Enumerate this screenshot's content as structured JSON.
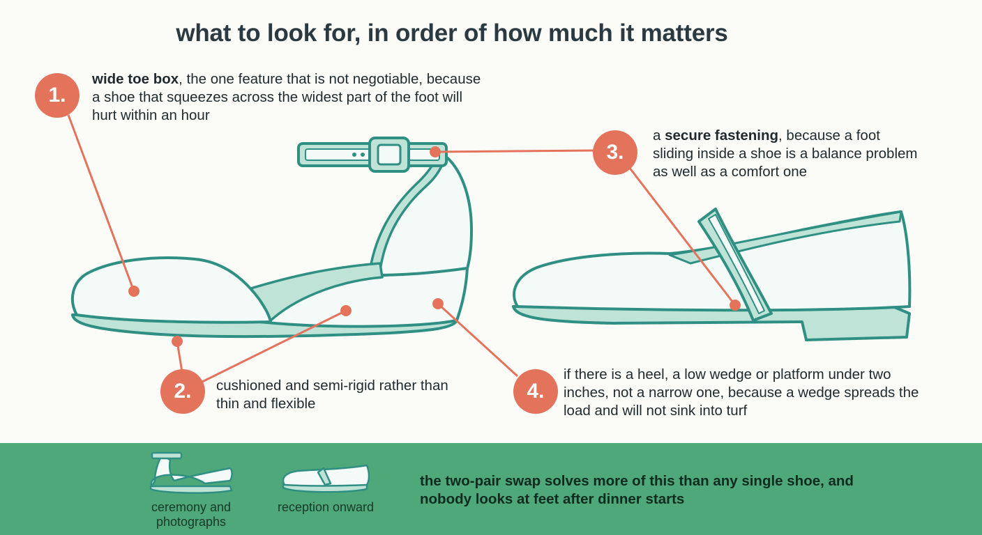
{
  "title": "what to look for, in order of how much it matters",
  "colors": {
    "accent": "#e4735c",
    "outline": "#2f8f83",
    "fill_mint": "#bfe3d7",
    "footer_green": "#4fa879"
  },
  "callouts": [
    {
      "number": "1.",
      "bold": "wide toe box",
      "text": ", the one feature that is not negotiable, because a shoe that squeezes across the widest part of the foot will hurt within an hour"
    },
    {
      "number": "2.",
      "bold": "",
      "text": "cushioned and semi-rigid rather than thin and flexible"
    },
    {
      "number": "3.",
      "lead": "a ",
      "bold": "secure fastening",
      "text": ", because a foot sliding inside a shoe is a balance problem as well as a comfort one"
    },
    {
      "number": "4.",
      "bold": "",
      "text": "if there is a heel, a low wedge or platform under two inches, not a narrow one, because a wedge spreads the load and will not sink into turf"
    }
  ],
  "footer": {
    "pairs": [
      {
        "label": "ceremony and photographs",
        "icon": "wedge-sandal-icon"
      },
      {
        "label": "reception onward",
        "icon": "flat-mary-jane-icon"
      }
    ],
    "message": "the two-pair swap solves more of this than any single shoe, and nobody looks at feet after dinner starts"
  }
}
